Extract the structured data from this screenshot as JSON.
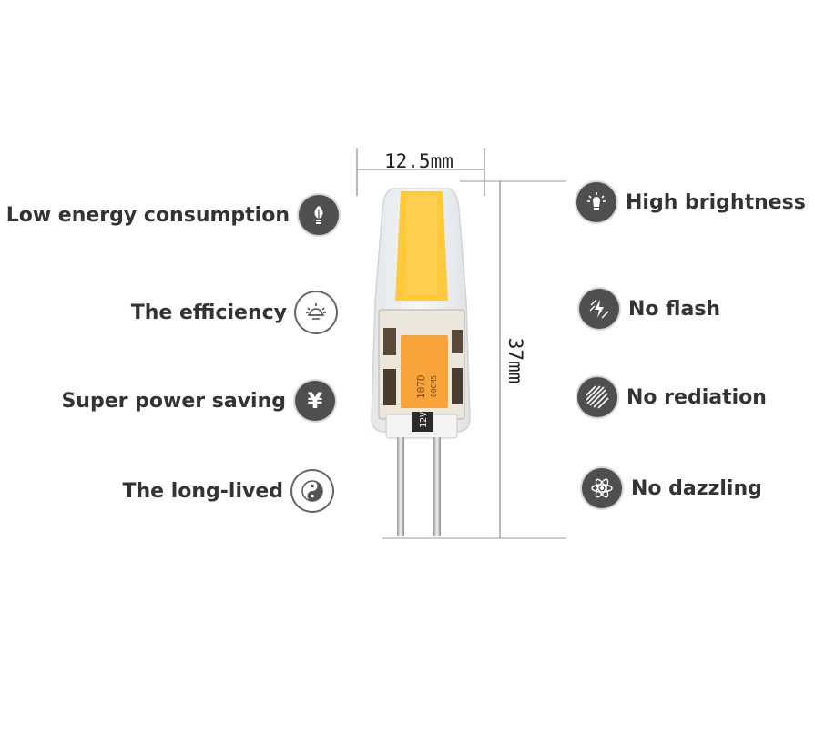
{
  "dimensions": {
    "width_label": "12.5mm",
    "height_label": "37mm"
  },
  "features_left": [
    {
      "label": "Low energy consumption",
      "icon": "leaf-bulb-icon"
    },
    {
      "label": "The efficiency",
      "icon": "sun-icon"
    },
    {
      "label": "Super power saving",
      "icon": "yen-icon",
      "glyph": "¥"
    },
    {
      "label": "The long-lived",
      "icon": "yin-yang-icon"
    }
  ],
  "features_right": [
    {
      "label": "High brightness",
      "icon": "bright-bulb-icon"
    },
    {
      "label": "No flash",
      "icon": "no-flash-icon"
    },
    {
      "label": "No rediation",
      "icon": "stripes-icon"
    },
    {
      "label": "No dazzling",
      "icon": "atom-icon"
    }
  ],
  "product": {
    "chip_text": "107D",
    "chip_subtext": "00CM5",
    "base_text": "12V"
  },
  "colors": {
    "icon_bg": "#4f4f4f",
    "led_yellow": "#ffc93c",
    "chip_orange": "#f7a33a",
    "text": "#333333"
  }
}
